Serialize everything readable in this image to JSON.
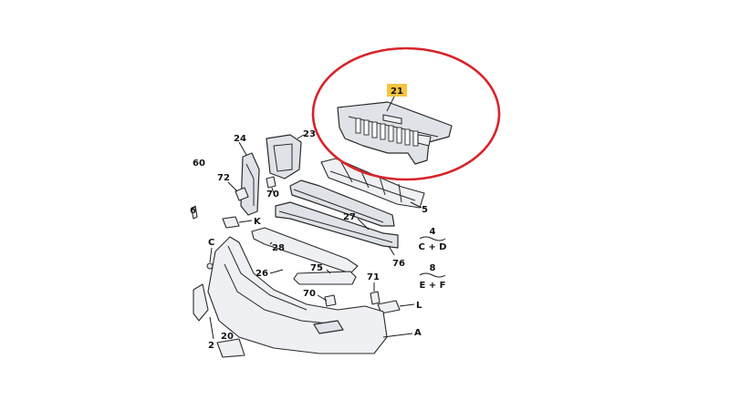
{
  "highlight": {
    "color": "#d8232a"
  },
  "callout": {
    "label": "21",
    "bg": "#f5c542"
  },
  "labels": {
    "l24": "24",
    "l23": "23",
    "l60": "60",
    "l72": "72",
    "l70a": "70",
    "l5": "5",
    "l6": "6",
    "lK": "K",
    "l27": "27",
    "lC": "C",
    "l28": "28",
    "l76": "76",
    "l26": "26",
    "l75": "75",
    "l71": "71",
    "l70b": "70",
    "lL": "L",
    "lA": "A",
    "l2": "2",
    "l20": "20"
  },
  "groups": {
    "g4": {
      "num": "4",
      "sub": "C + D"
    },
    "g8": {
      "num": "8",
      "sub": "E + F"
    }
  }
}
